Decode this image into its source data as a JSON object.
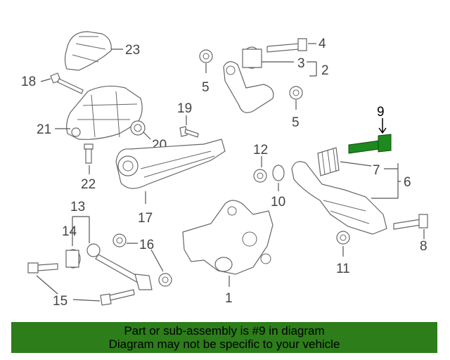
{
  "callouts": {
    "c1": "1",
    "c2": "2",
    "c3": "3",
    "c4": "4",
    "c5a": "5",
    "c5b": "5",
    "c6": "6",
    "c7": "7",
    "c8": "8",
    "c9": "9",
    "c10": "10",
    "c11": "11",
    "c12": "12",
    "c13": "13",
    "c14": "14",
    "c15": "15",
    "c16": "16",
    "c17": "17",
    "c18": "18",
    "c19": "19",
    "c20": "20",
    "c21": "21",
    "c22": "22",
    "c23": "23"
  },
  "highlight_color": "#1e8a1e",
  "banner": {
    "line1": "Part or sub-assembly is #9 in diagram",
    "line2": "Diagram may not be specific to your vehicle",
    "background": "#2d7d1a"
  }
}
